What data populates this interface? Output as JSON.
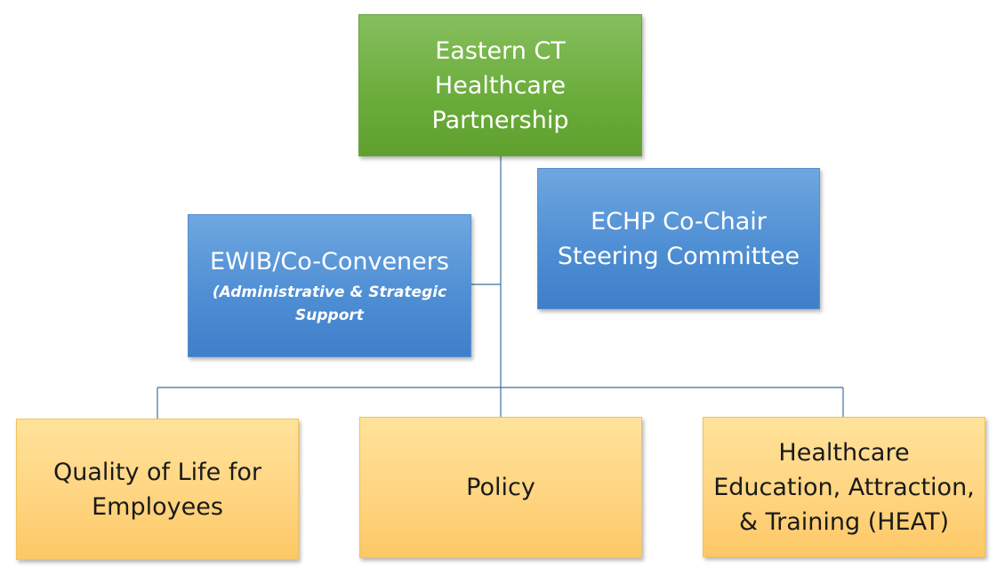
{
  "colors": {
    "root_fill": "#6aac3a",
    "support_fill": "#4f8fd4",
    "workgroup_fill": "#ffd581",
    "connector": "#3f6f9e"
  },
  "root": {
    "title": "Eastern CT\nHealthcare\nPartnership"
  },
  "support": {
    "title": "EWIB/Co-Conveners",
    "subtitle": "(Administrative & Strategic\nSupport"
  },
  "steering": {
    "title": "ECHP Co-Chair\nSteering Committee"
  },
  "workgroups": [
    {
      "title": "Quality of Life for\nEmployees"
    },
    {
      "title": "Policy"
    },
    {
      "title": "Healthcare\nEducation, Attraction,\n& Training (HEAT)"
    }
  ]
}
